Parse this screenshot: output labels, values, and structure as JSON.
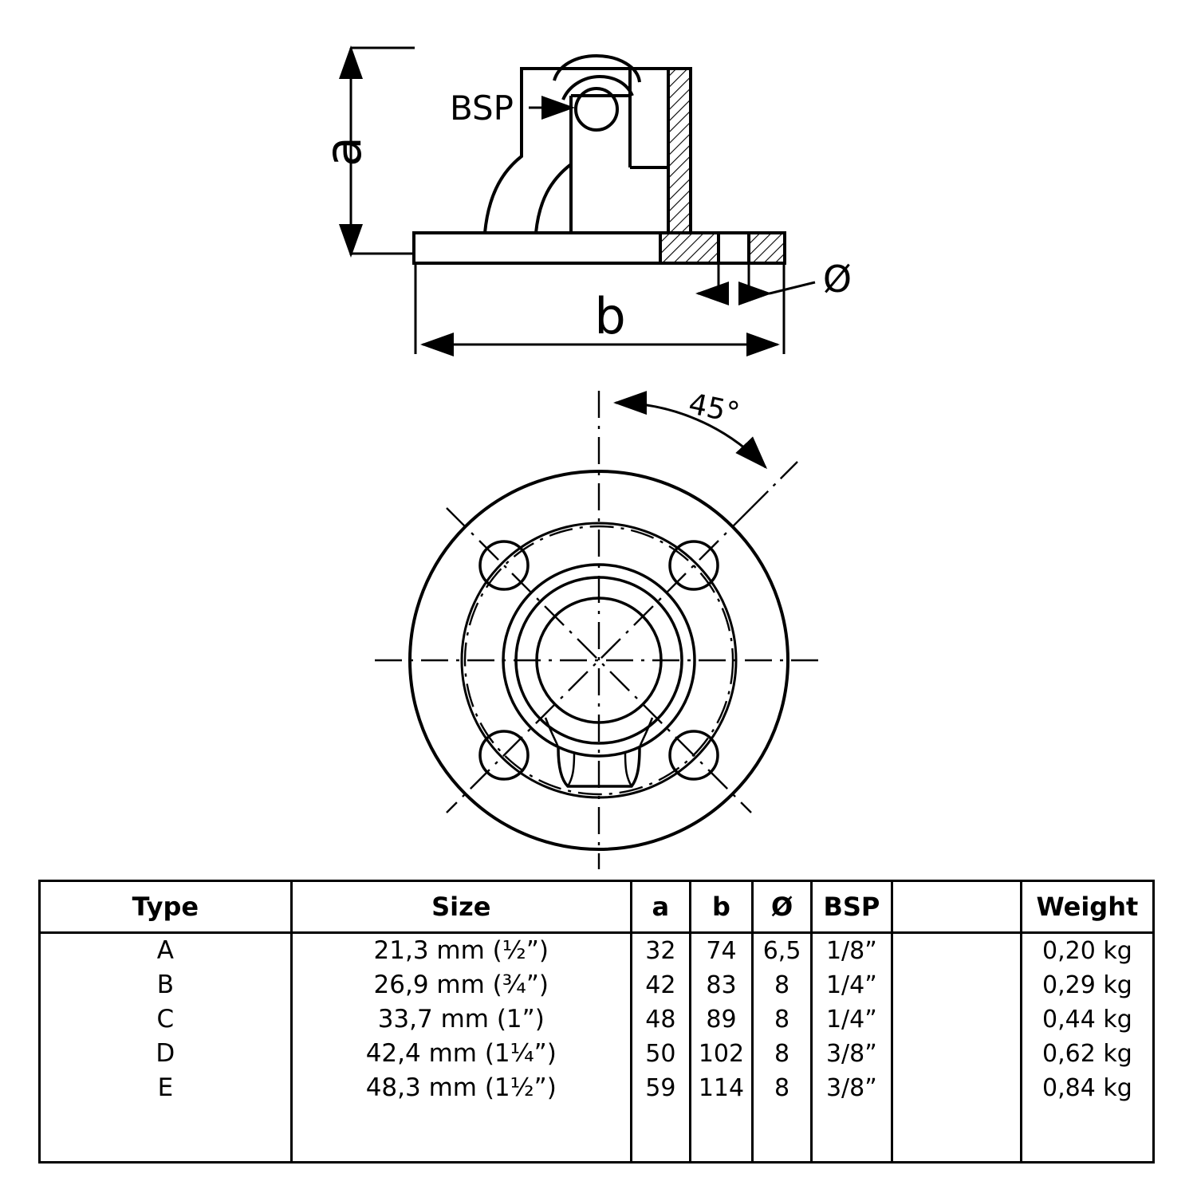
{
  "drawing": {
    "labels": {
      "bsp": "BSP",
      "dim_a": "a",
      "dim_b": "b",
      "diameter": "Ø",
      "angle": "45°"
    }
  },
  "table": {
    "headers": {
      "type": "Type",
      "size": "Size",
      "a": "a",
      "b": "b",
      "diameter": "Ø",
      "bsp": "BSP",
      "gap": "",
      "weight": "Weight"
    },
    "rows": [
      {
        "type": "A",
        "size": "21,3 mm (½”)",
        "a": "32",
        "b": "74",
        "d": "6,5",
        "bsp": "1/8”",
        "gap": "",
        "weight": "0,20 kg"
      },
      {
        "type": "B",
        "size": "26,9 mm (¾”)",
        "a": "42",
        "b": "83",
        "d": "8",
        "bsp": "1/4”",
        "gap": "",
        "weight": "0,29 kg"
      },
      {
        "type": "C",
        "size": "33,7 mm (1”)",
        "a": "48",
        "b": "89",
        "d": "8",
        "bsp": "1/4”",
        "gap": "",
        "weight": "0,44 kg"
      },
      {
        "type": "D",
        "size": "42,4 mm (1¼”)",
        "a": "50",
        "b": "102",
        "d": "8",
        "bsp": "3/8”",
        "gap": "",
        "weight": "0,62 kg"
      },
      {
        "type": "E",
        "size": "48,3 mm (1½”)",
        "a": "59",
        "b": "114",
        "d": "8",
        "bsp": "3/8”",
        "gap": "",
        "weight": "0,84 kg"
      },
      {
        "type": "",
        "size": "",
        "a": "",
        "b": "",
        "d": "",
        "bsp": "",
        "gap": "",
        "weight": ""
      }
    ]
  },
  "colors": {
    "line": "#000000",
    "background": "#ffffff"
  }
}
